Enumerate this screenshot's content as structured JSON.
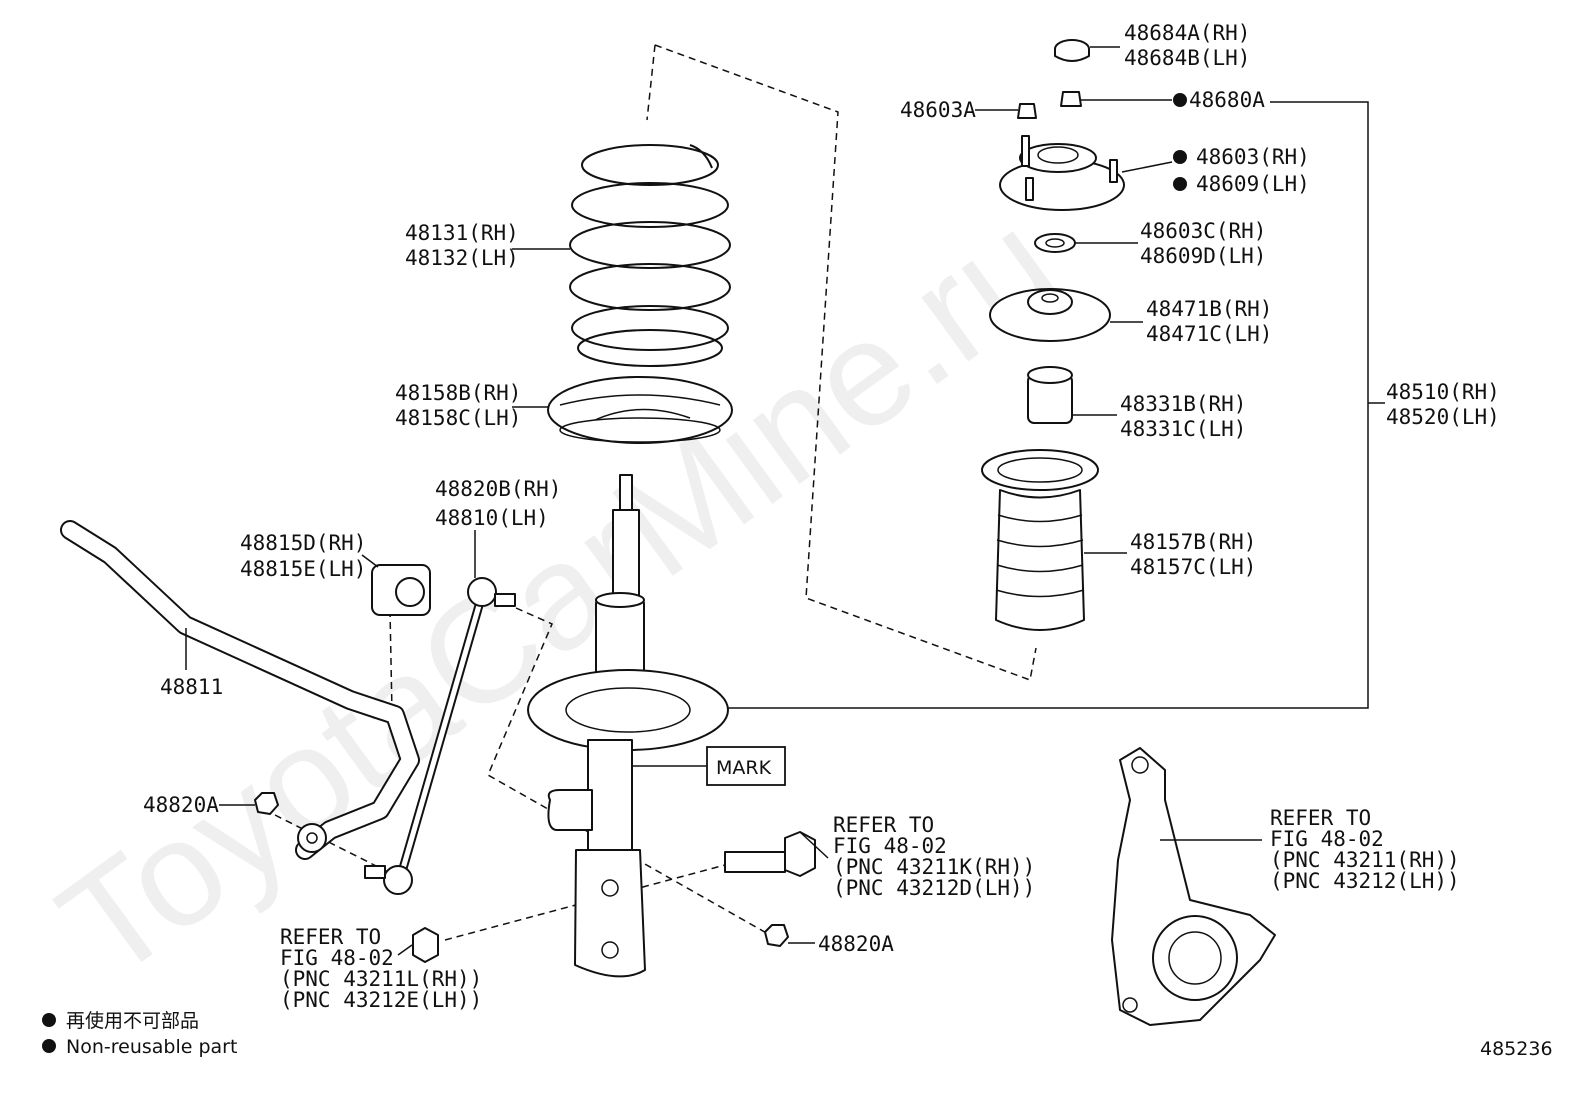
{
  "watermark": "ToyotaCarMine.ru",
  "diagram_number": "485236",
  "legend": {
    "items": [
      {
        "symbol": "filled-dot",
        "text": "再使用不可部品"
      },
      {
        "symbol": "filled-dot",
        "text": "Non-reusable part"
      }
    ]
  },
  "mark_box": {
    "label": "MARK"
  },
  "parts": {
    "cap": {
      "line1": "48684A(RH)",
      "line2": "48684B(LH)"
    },
    "nut_48680a": {
      "text": "48680A",
      "non_reusable": true
    },
    "nut_48603a": {
      "text": "48603A"
    },
    "support": {
      "line1": "48603(RH)",
      "line2": "48609(LH)",
      "non_reusable": true
    },
    "seat": {
      "line1": "48603C(RH)",
      "line2": "48609D(LH)"
    },
    "insulator": {
      "line1": "48471B(RH)",
      "line2": "48471C(LH)"
    },
    "bumper": {
      "line1": "48331B(RH)",
      "line2": "48331C(LH)"
    },
    "boot": {
      "line1": "48157B(RH)",
      "line2": "48157C(LH)"
    },
    "shock_assy": {
      "line1": "48510(RH)",
      "line2": "48520(LH)"
    },
    "spring": {
      "line1": "48131(RH)",
      "line2": "48132(LH)"
    },
    "spring_insulator": {
      "line1": "48158B(RH)",
      "line2": "48158C(LH)"
    },
    "link": {
      "line1": "48820B(RH)",
      "line2": "48810(LH)"
    },
    "bushing": {
      "line1": "48815D(RH)",
      "line2": "48815E(LH)"
    },
    "stabilizer_bar": {
      "text": "48811"
    },
    "nut_left": {
      "text": "48820A"
    },
    "nut_right": {
      "text": "48820A"
    }
  },
  "refer": {
    "bolt": {
      "line1": "REFER TO",
      "line2": "FIG 48-02",
      "line3": "(PNC 43211K(RH))",
      "line4": "(PNC 43212D(LH))"
    },
    "nut": {
      "line1": "REFER TO",
      "line2": "FIG 48-02",
      "line3": "(PNC 43211L(RH))",
      "line4": "(PNC 43212E(LH))"
    },
    "knuckle": {
      "line1": "REFER TO",
      "line2": "FIG 48-02",
      "line3": "(PNC 43211(RH))",
      "line4": "(PNC 43212(LH))"
    }
  }
}
